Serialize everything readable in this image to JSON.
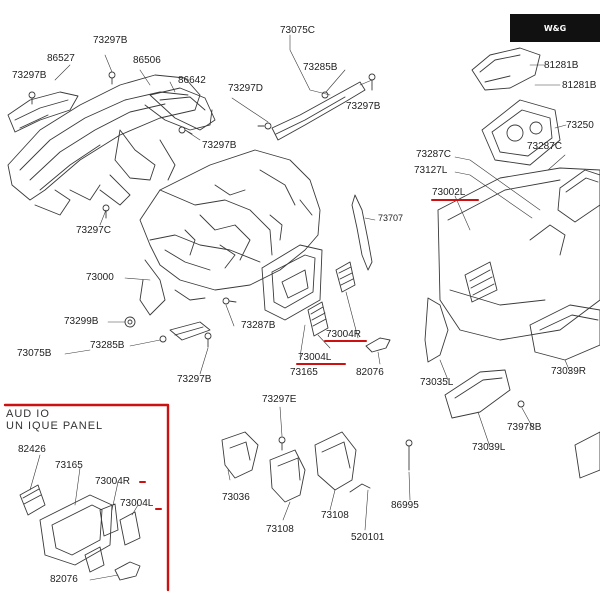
{
  "watermark": "W&G",
  "inset": {
    "line1": "AUD IO",
    "line2": "UN IQUE  PANEL"
  },
  "labels": {
    "l73297B_a": "73297B",
    "l86527": "86527",
    "l86506": "86506",
    "l73297B_b": "73297B",
    "l86642": "86642",
    "l73297D": "73297D",
    "l73297B_c": "73297B",
    "l73297C_a": "73297C",
    "l73075C": "73075C",
    "l73285B_a": "73285B",
    "l73297B_d": "73297B",
    "l73707": "73707",
    "l73000": "73000",
    "l73299B": "73299B",
    "l73287B": "73287B",
    "l73285B_b": "73285B",
    "l73075B": "73075B",
    "l73297B_e": "73297B",
    "l73004R": "73004R",
    "l73004L": "73004L",
    "l73165": "73165",
    "l82076": "82076",
    "l73297E": "73297E",
    "l73036": "73036",
    "l73108_a": "73108",
    "l73108_b": "73108",
    "l520101": "520101",
    "l86995": "86995",
    "l81281B_a": "81281B",
    "l81281B_b": "81281B",
    "l73250": "73250",
    "l73287C_a": "73287C",
    "l73287C_b": "73287C",
    "l73127L": "73127L",
    "l73002L": "73002L",
    "l73035L": "73035L",
    "l73039R": "73039R",
    "l73978B": "73978B",
    "l73039L": "73039L",
    "i82426": "82426",
    "i73165": "73165",
    "i73004R": "73004R",
    "i73004L": "73004L",
    "i82076": "82076"
  },
  "colors": {
    "ink": "#3a3a3a",
    "highlight": "#cc1111",
    "background": "#ffffff"
  }
}
